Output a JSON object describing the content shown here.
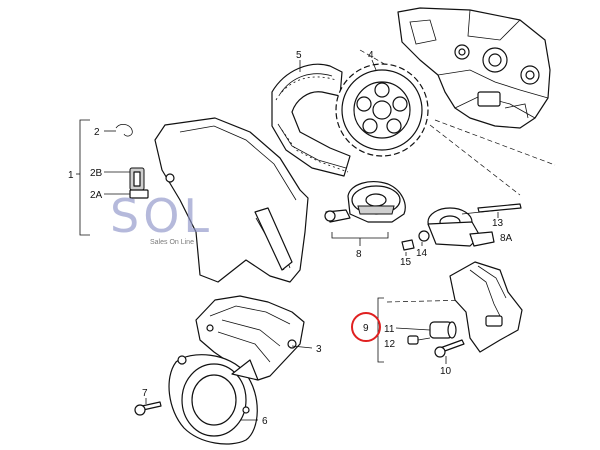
{
  "watermark": {
    "logo_text": "SOL",
    "tagline": "Sales On Line"
  },
  "callouts": {
    "c1": "1",
    "c2": "2",
    "c2b": "2B",
    "c2a": "2A",
    "c3": "3",
    "c4": "4",
    "c5": "5",
    "c6": "6",
    "c7": "7",
    "c8": "8",
    "c8a": "8A",
    "c9": "9",
    "c10": "10",
    "c11": "11",
    "c12": "12",
    "c13": "13",
    "c14": "14",
    "c15": "15"
  },
  "highlight": {
    "target": "9",
    "color": "#e02020"
  }
}
